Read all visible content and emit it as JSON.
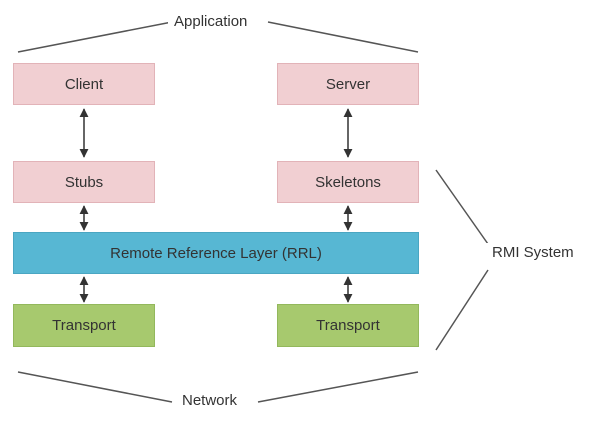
{
  "labels": {
    "application": "Application",
    "network": "Network",
    "rmi_system": "RMI System"
  },
  "boxes": {
    "client": "Client",
    "server": "Server",
    "stubs": "Stubs",
    "skeletons": "Skeletons",
    "rrl": "Remote Reference Layer (RRL)",
    "transport_left": "Transport",
    "transport_right": "Transport"
  },
  "colors": {
    "pink": "#f1cfd2",
    "blue": "#57b7d3",
    "green": "#a7c96e",
    "line": "#333333"
  }
}
